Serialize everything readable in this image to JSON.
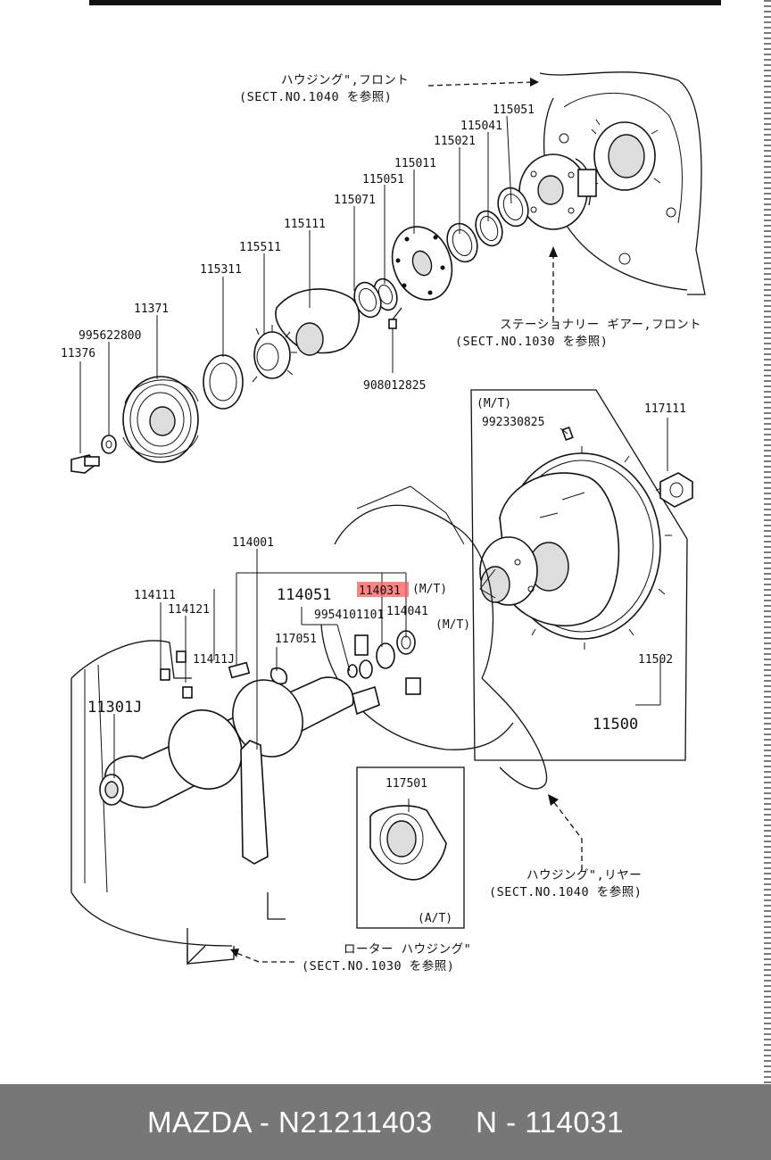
{
  "labels": {
    "housing_front": "ハウジング\",フロント",
    "housing_front_ref": "(SECT.NO.1040 を参照)",
    "stationary_gear_front": "ステーショナリー ギアー,フロント",
    "stationary_gear_front_ref": "(SECT.NO.1030 を参照)",
    "housing_rear": "ハウジング\",リヤー",
    "housing_rear_ref": "(SECT.NO.1040 を参照)",
    "rotor_housing": "ローター ハウジング\"",
    "rotor_housing_ref": "(SECT.NO.1030 を参照)",
    "mt": "(M/T)",
    "mt_flywheel": "(M/T)",
    "mt_bearing": "(M/T)",
    "at": "(A/T)"
  },
  "part_numbers": {
    "p115051a": "115051",
    "p115041": "115041",
    "p115021": "115021",
    "p115011": "115011",
    "p115051b": "115051",
    "p115071": "115071",
    "p115111": "115111",
    "p115511": "115511",
    "p115311": "115311",
    "p11371": "11371",
    "p995622800": "995622800",
    "p11376": "11376",
    "p908012825": "908012825",
    "p992330825": "992330825",
    "p117111": "117111",
    "p114001": "114001",
    "p114111": "114111",
    "p114121": "114121",
    "p11411j": "11411J",
    "p114051": "114051",
    "p114031": "114031",
    "p9954101101": "9954101101",
    "p114041": "114041",
    "p117051": "117051",
    "p11301j": "11301J",
    "p11502": "11502",
    "p11500": "11500",
    "p117501": "117501"
  },
  "highlight": {
    "part": "114031",
    "color": "#ff5a5a"
  },
  "footer": {
    "text": "MAZDA - N21211403     N - 114031",
    "background": "#777777",
    "color": "#ffffff"
  }
}
